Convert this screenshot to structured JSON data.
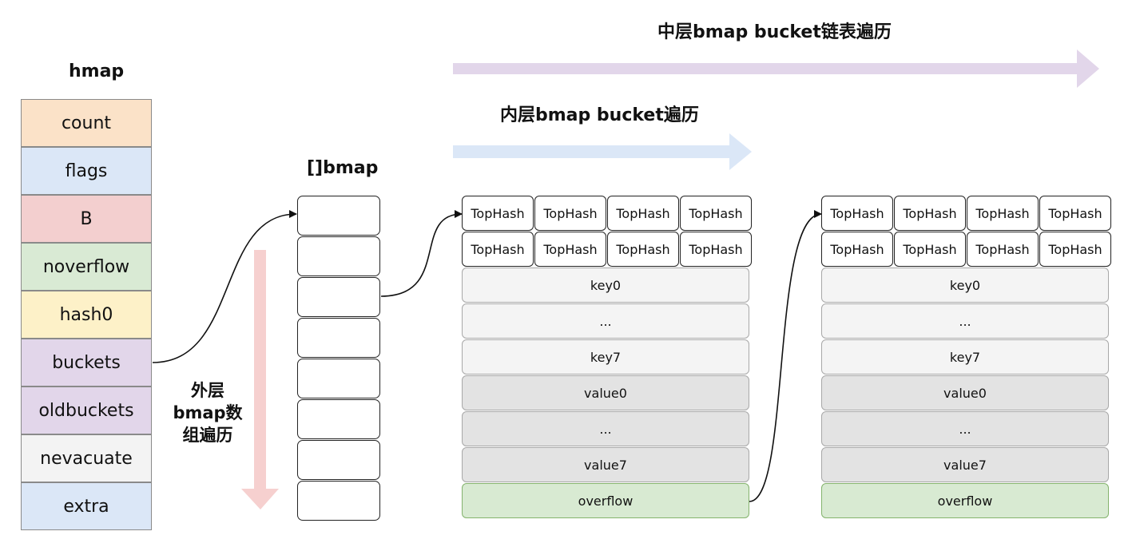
{
  "hmap": {
    "title": "hmap",
    "fields": [
      {
        "label": "count",
        "color": "#fbe2c8"
      },
      {
        "label": "flags",
        "color": "#dbe7f7"
      },
      {
        "label": "B",
        "color": "#f3cfcf"
      },
      {
        "label": "noverflow",
        "color": "#d9ead4"
      },
      {
        "label": "hash0",
        "color": "#fdf1c8"
      },
      {
        "label": "buckets",
        "color": "#e2d6ea"
      },
      {
        "label": "oldbuckets",
        "color": "#e2d6ea"
      },
      {
        "label": "nevacuate",
        "color": "#f3f3f3"
      },
      {
        "label": "extra",
        "color": "#dbe7f7"
      }
    ]
  },
  "bmap_array": {
    "title": "[]bmap",
    "slot_count": 8
  },
  "outer_label": {
    "lines": [
      "外层",
      "bmap数",
      "组遍历"
    ]
  },
  "inner_label": "内层bmap bucket遍历",
  "middle_label": "中层bmap bucket链表遍历",
  "buckets": [
    {
      "tophash": [
        "TopHash",
        "TopHash",
        "TopHash",
        "TopHash",
        "TopHash",
        "TopHash",
        "TopHash",
        "TopHash"
      ],
      "keys": [
        "key0",
        "...",
        "key7"
      ],
      "values": [
        "value0",
        "...",
        "value7"
      ],
      "overflow": "overflow"
    },
    {
      "tophash": [
        "TopHash",
        "TopHash",
        "TopHash",
        "TopHash",
        "TopHash",
        "TopHash",
        "TopHash",
        "TopHash"
      ],
      "keys": [
        "key0",
        "...",
        "key7"
      ],
      "values": [
        "value0",
        "...",
        "value7"
      ],
      "overflow": "overflow"
    }
  ],
  "colors": {
    "middle_arrow": "#e2d6ea",
    "inner_arrow": "#dbe7f7",
    "outer_arrow": "#f6d0cf"
  }
}
